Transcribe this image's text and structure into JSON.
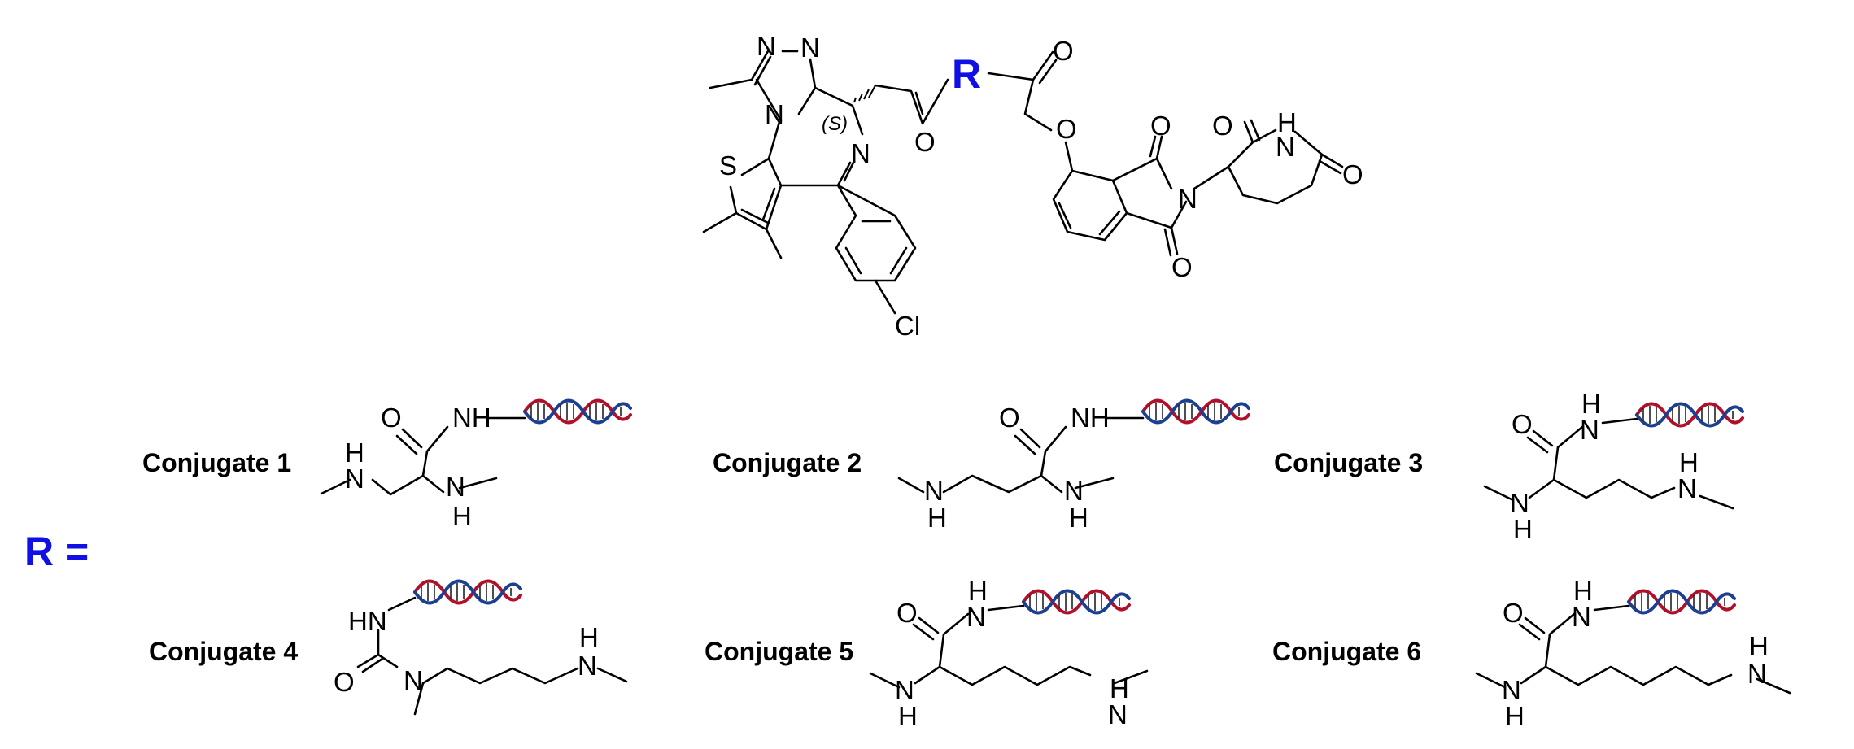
{
  "core": {
    "atoms": {
      "n_top_left": "N",
      "n_top_right": "N",
      "n_triazole": "N",
      "n_imine": "N",
      "s_thiophene": "S",
      "stereo": "(S)",
      "o_amide1": "O",
      "r_group": "R",
      "o_amide2": "O",
      "o_ether": "O",
      "o_imide_top": "O",
      "o_imide_bottom": "O",
      "n_imide": "N",
      "o_glut_left": "O",
      "nh_glut": "H",
      "n_glut": "N",
      "o_glut_right": "O",
      "cl": "Cl"
    }
  },
  "r_label": "R =",
  "conjugates": [
    {
      "label": "Conjugate 1",
      "atoms": [
        "O",
        "NH",
        "H",
        "N",
        "N",
        "H"
      ]
    },
    {
      "label": "Conjugate 2",
      "atoms": [
        "O",
        "NH",
        "N",
        "H",
        "N",
        "H"
      ]
    },
    {
      "label": "Conjugate 3",
      "atoms": [
        "O",
        "H",
        "N",
        "N",
        "H",
        "H",
        "N"
      ]
    },
    {
      "label": "Conjugate 4",
      "atoms": [
        "HN",
        "O",
        "N",
        "H",
        "N"
      ]
    },
    {
      "label": "Conjugate 5",
      "atoms": [
        "O",
        "H",
        "N",
        "N",
        "H",
        "H",
        "N"
      ]
    },
    {
      "label": "Conjugate 6",
      "atoms": [
        "O",
        "H",
        "N",
        "N",
        "H",
        "H",
        "N"
      ]
    }
  ],
  "colors": {
    "r_group": "#1010e6",
    "dna_strand_1": "#b0102a",
    "dna_strand_2": "#1d3f8f"
  },
  "icons": [
    "dna-helix-icon"
  ]
}
